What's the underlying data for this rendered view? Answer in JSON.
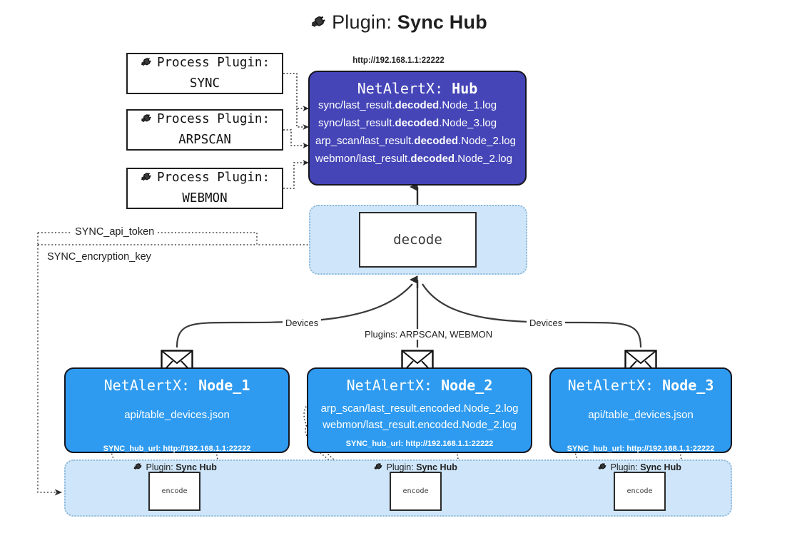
{
  "header": {
    "icon": "plug-icon",
    "prefix": "Plugin:",
    "title": "Sync Hub"
  },
  "process_plugins": [
    {
      "icon": "plug-icon",
      "line1": "Process Plugin:",
      "line2": "SYNC"
    },
    {
      "icon": "plug-icon",
      "line1": "Process Plugin:",
      "line2": "ARPSCAN"
    },
    {
      "icon": "plug-icon",
      "line1": "Process Plugin:",
      "line2": "WEBMON"
    }
  ],
  "hub": {
    "url_caption": "http://192.168.1.1:22222",
    "title_prefix": "NetAlertX:",
    "title_name": "Hub",
    "logs": [
      {
        "pre": "sync/last_result.",
        "mid": "decoded",
        "post": ".Node_1.log"
      },
      {
        "pre": "sync/last_result.",
        "mid": "decoded",
        "post": ".Node_3.log"
      },
      {
        "pre": "arp_scan/last_result.",
        "mid": "decoded",
        "post": ".Node_2.log"
      },
      {
        "pre": "webmon/last_result.",
        "mid": "decoded",
        "post": ".Node_2.log"
      }
    ]
  },
  "decode": {
    "label": "decode"
  },
  "secrets": [
    {
      "label": "SYNC_api_token"
    },
    {
      "label": "SYNC_encryption_key"
    }
  ],
  "edge_labels": {
    "devices_left": "Devices",
    "devices_right": "Devices",
    "plugins_center": "Plugins: ARPSCAN, WEBMON"
  },
  "nodes": [
    {
      "icon": "envelope-icon",
      "title_prefix": "NetAlertX:",
      "title_name": "Node_1",
      "lines": [
        "api/table_devices.json"
      ],
      "hub_url": "SYNC_hub_url: http://192.168.1.1:22222"
    },
    {
      "icon": "envelope-icon",
      "title_prefix": "NetAlertX:",
      "title_name": "Node_2",
      "lines": [
        "arp_scan/last_result.encoded.Node_2.log",
        "webmon/last_result.encoded.Node_2.log"
      ],
      "hub_url": "SYNC_hub_url: http://192.168.1.1:22222"
    },
    {
      "icon": "envelope-icon",
      "title_prefix": "NetAlertX:",
      "title_name": "Node_3",
      "lines": [
        "api/table_devices.json"
      ],
      "hub_url": "SYNC_hub_url: http://192.168.1.1:22222"
    }
  ],
  "encoders": [
    {
      "icon": "plug-icon",
      "plugin_prefix": "Plugin:",
      "plugin_name": "Sync Hub",
      "label": "encode"
    },
    {
      "icon": "plug-icon",
      "plugin_prefix": "Plugin:",
      "plugin_name": "Sync Hub",
      "label": "encode"
    },
    {
      "icon": "plug-icon",
      "plugin_prefix": "Plugin:",
      "plugin_name": "Sync Hub",
      "label": "encode"
    }
  ],
  "colors": {
    "hub_fill": "#4545b8",
    "node_fill": "#2e9bf0",
    "container_fill": "#cfe6fa",
    "stroke": "#1f1f1f"
  }
}
